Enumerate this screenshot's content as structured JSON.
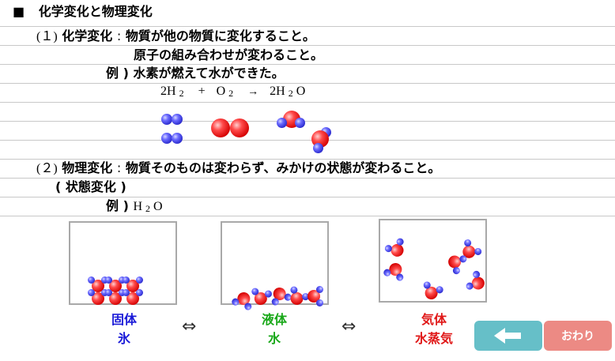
{
  "heading": {
    "bullet": "■",
    "title": "化学変化と物理変化"
  },
  "chemical": {
    "num": "(１)",
    "term": "化学変化",
    "colon": ":",
    "def1": "物質が他の物質に変化すること。",
    "def2": "原子の組み合わせが変わること。",
    "example_prefix": "例 )",
    "example_text": "水素が燃えて水ができた。",
    "eq_h2": "2H",
    "eq_h2_sub": "2",
    "eq_plus": "+",
    "eq_o2": "O",
    "eq_o2_sub": "2",
    "eq_arrow": "→",
    "eq_h2o_a": "2H",
    "eq_h2o_sub": "2",
    "eq_h2o_b": "O"
  },
  "physical": {
    "num": "(２)",
    "term": "物理変化",
    "colon": ":",
    "def": "物質そのものは変わらず、みかけの状態が変わること。",
    "state_change": "( 状態変化 )",
    "example_prefix": "例 )",
    "example_h": "H",
    "example_sub": "2",
    "example_o": "O"
  },
  "states": [
    {
      "name": "固体",
      "substance": "氷",
      "color": "#1a1ad8"
    },
    {
      "name": "液体",
      "substance": "水",
      "color": "#19a819"
    },
    {
      "name": "気体",
      "substance": "水蒸気",
      "color": "#e01818"
    }
  ],
  "arrows": {
    "left": "⇔",
    "right": "⇔"
  },
  "buttons": {
    "back_icon": "left-arrow-icon",
    "end_label": "おわり",
    "back_color": "#66bfc8",
    "end_color": "#ec8a84"
  }
}
